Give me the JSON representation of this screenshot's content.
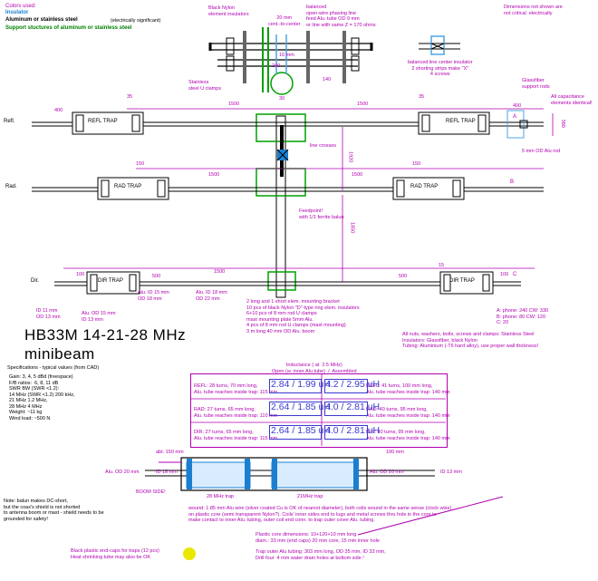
{
  "legend": {
    "colors_used": "Colors used:",
    "insulator": "Insulator",
    "aluminum": "Aluminum or stainless steel",
    "aluminum_note": "(electrically significant)",
    "support": "Support stuctures of aluminum or stainless steel"
  },
  "notes": {
    "black_nylon": "Black Nylon\nelement insulators",
    "spacing": "20 mm\ncent.-to-center",
    "balanced_line": "balanced\nopen-wire phasing line\nfeed Alu. tube OD 9 mm\nor line with same Z = 170 ohms",
    "dimensions_note": "Dimensions not shown are\nnot critical  electrically",
    "ten_mm": "10 mm",
    "dim_240": "240",
    "dim_140": "140",
    "dim_30": "30",
    "stainless_clamps": "Stainless\nsteel U clamps",
    "line_center": "balanced line center insulator\n2 shorting strips make \"X\"\n4 screws",
    "glassfiber": "Glassfiber\nsupport rods",
    "all_capacitance": "All capacitance\nelements identical!",
    "line_crosses": "line crosses",
    "feedpoint": "Feedpoint!\nwith 1/1 ferrite balun",
    "rod_5mm": "5 mm OD Alu rod",
    "refl_label": "Refl.",
    "rad_label": "Rad.",
    "dir_label": "Dir.",
    "refl_trap": "REFL TRAP",
    "rad_trap": "RAD TRAP",
    "dir_trap": "DIR TRAP",
    "d35": "35",
    "d35b": "35",
    "d1500": "1500",
    "d1500b": "1500",
    "d400": "400",
    "d400b": "400",
    "d150": "150",
    "d150b": "150",
    "d100": "100",
    "d100b": "100",
    "d500": "500",
    "d500b": "500",
    "d15": "15",
    "d1500c": "1500",
    "d1500d": "1500",
    "d1500e": "1500",
    "dA": "A",
    "dB": "B",
    "dC": "C",
    "d1920": "1920",
    "d1850": "1850",
    "d380": "380",
    "id_od_1": "Alu. ID 15 mm\nOD 18 mm",
    "id_od_2": "Alu. ID 18 mm\nOD 22 mm",
    "id11": "ID 11 mm\nOD 13 mm",
    "od15": "Alu. OD 15 mm\nID 13 mm",
    "hardware": "2 long and 1 short elem. mounting bracket\n10 pcs of black Nylon \"D\"-type ring elem. insulators\n6+10 pcs of 8 mm rod U clamps\nmast mounting plate 5mm Alu.\n4 pcs of 8 mm rod U clamps (mast mounting)\n3 m long 40 mm OD Alu. boom",
    "capacitors": "A: phone: 240 CW: 330\nB: phone: 80 CW: 120\nC: 20",
    "material": "All nuts, washers, bolts, screws and clamps: Stainless Steel\nInsulators: Glassfiber, black Nylon\nTubing: Aluminium (-T6 hard alloy), use proper wall thickness!",
    "title": "HB33M  14-21-28  MHz",
    "subtitle": "minibeam",
    "specs_head": "Specifications  - typical values (from CAD)",
    "specs": "Gain: 3, 4, 5 dBd (freespace)\nF/B ratios:  6, 8, 11 dB\nSWR BW (SWR <1.2):\n14 MHz (SWR <1.2) 200 kHz,\n21 MHz 1.2 MHz,\n28 MHz 4 MHz\nWeight: ~11 kg\nWind load: ~500 N",
    "inductance_head": "Inductance ( at  2.5 MHz)\nOpen (w. inner Alu tube)  /  Assembled",
    "refl_28": "REFL: 28 turns, 70 mm long,\nAlu. tube reaches inside trap: 115 mm",
    "refl_28_val": "2.84 / 1.99 uH",
    "refl_41": "REFL: 41 turns, 100 mm long,\nAlu. tube reaches inside trap: 140 mm",
    "refl_41_val": "4.2 / 2.95 uH",
    "rad_27": "RAD: 27 turns, 65 mm long,\nAlu. tube reaches inside trap: 110 mm",
    "rad_27_val": "2.64 / 1.85 uH",
    "rad_40": "RAD: 40 turns, 95 mm long,\nAlu. tube reaches inside trap: 140 mm",
    "rad_40_val": "4.0 / 2.81 uH",
    "dir_27": "DIR: 27 turns, 65 mm long,\nAlu. tube reaches inside trap: 115 mm",
    "dir_27_val": "2.64 / 1.85 uH",
    "dir_40": "DIR: 40 turns, 95 mm long,\nAlu. tube reaches inside trap: 140 mm",
    "dir_40_val": "4.0 / 2.81 uH",
    "abt150": "abt. 150 mm",
    "mm100": "100 mm",
    "od20_left": "Alu. OD 20 mm",
    "id18": "ID 18 mm",
    "od20_right": "Alu. OD 20 mm",
    "id13": "ID 13 mm",
    "boom_side": "BOOM SIDE!",
    "trap28": "28 MHz trap",
    "trap21": "21MHz trap",
    "balun_note": "Note: balun makes DC-short,\nbut the coax's shield is not shorted\nto antenna boom or mast - shield needs to be\ngrounded for safety!",
    "wound": "wound: 1.85 mm Alu wire (silver coated Cu is OK of nearest diameter), both coils wound in the same sense (clock wise)\non plastic core (semi transparent Nylon?). Coils' inner sides end to lugs and metal screws thru hole in the core to\nmake contact to inner Alu. tubing, outer coil end conn. to trap outer cover Alu. tubing.",
    "core": "Plastic core dimensions: 10+120+10 mm long\ndiam.: 33 mm (end caps) 20 mm core, 15 mm inner hole",
    "trap_outer": "Trap outer Alu tubing: 303 mm long, OD 35 mm, ID 33 mm,\nDrill four  4 mm water drain holes at bottom side !",
    "end_caps": "Black plastic end-caps for traps (12 pcs)\nHeat shrinking tube may also be OK"
  }
}
